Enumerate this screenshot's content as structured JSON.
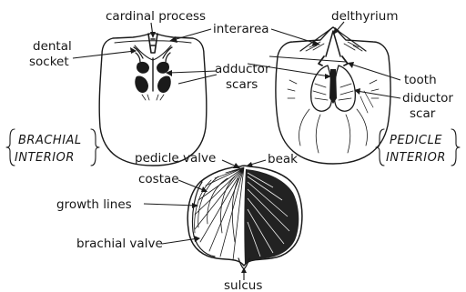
{
  "labels": {
    "cardinal_process": "cardinal process",
    "interarea": "interarea",
    "delthyrium": "delthyrium",
    "dental_socket_1": "dental",
    "dental_socket_2": "socket",
    "adductor_scars_1": "adductor",
    "adductor_scars_2": "scars",
    "tooth": "tooth",
    "diductor_scar_1": "diductor",
    "diductor_scar_2": "scar",
    "brachial_interior_1": "BRACHIAL",
    "brachial_interior_2": "INTERIOR",
    "pedicle_interior_1": "PEDICLE",
    "pedicle_interior_2": "INTERIOR",
    "pedicle_valve": "pedicle valve",
    "beak": "beak",
    "costae": "costae",
    "growth_lines": "growth lines",
    "brachial_valve": "brachial valve",
    "sulcus": "sulcus"
  }
}
